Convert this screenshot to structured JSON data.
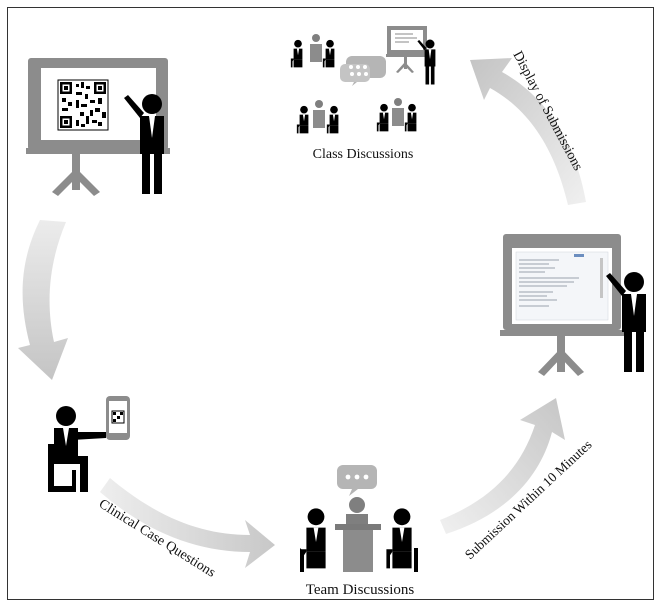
{
  "labels": {
    "class_discussions": "Class Discussions",
    "display_of_submissions": "Display of Submissions",
    "submission_within": "Submission Within 10 Minutes",
    "team_discussions": "Team Discussions",
    "clinical_case_questions": "Clinical Case Questions"
  },
  "colors": {
    "board": "#8c8c8c",
    "figure": "#000000",
    "arrow": "#c9c9c9",
    "presenter_gray": "#7f7f7f",
    "bubble": "#b5b5b5"
  },
  "icons": [
    "qr-code-icon",
    "presenter-icon",
    "projector-board-icon",
    "smartphone-qr-icon",
    "chat-bubble-icon",
    "team-meeting-icon"
  ]
}
